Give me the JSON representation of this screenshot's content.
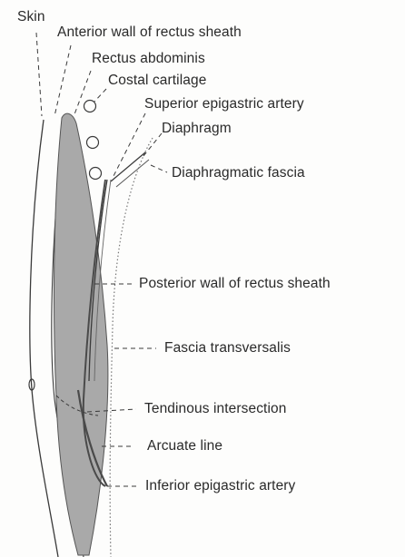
{
  "labels": {
    "skin": "Skin",
    "anterior_wall": "Anterior wall of rectus sheath",
    "rectus_abdominis": "Rectus abdominis",
    "costal_cartilage": "Costal cartilage",
    "superior_epigastric_artery": "Superior epigastric artery",
    "diaphragm": "Diaphragm",
    "diaphragmatic_fascia": "Diaphragmatic fascia",
    "posterior_wall": "Posterior wall of rectus sheath",
    "fascia_transversalis": "Fascia transversalis",
    "tendinous_intersection": "Tendinous intersection",
    "arcuate_line": "Arcuate line",
    "inferior_epigastric_artery": "Inferior epigastric artery"
  },
  "colors": {
    "muscle_fill": "#a9a9a9",
    "line": "#3a3a3a",
    "text": "#2a2a2a"
  }
}
